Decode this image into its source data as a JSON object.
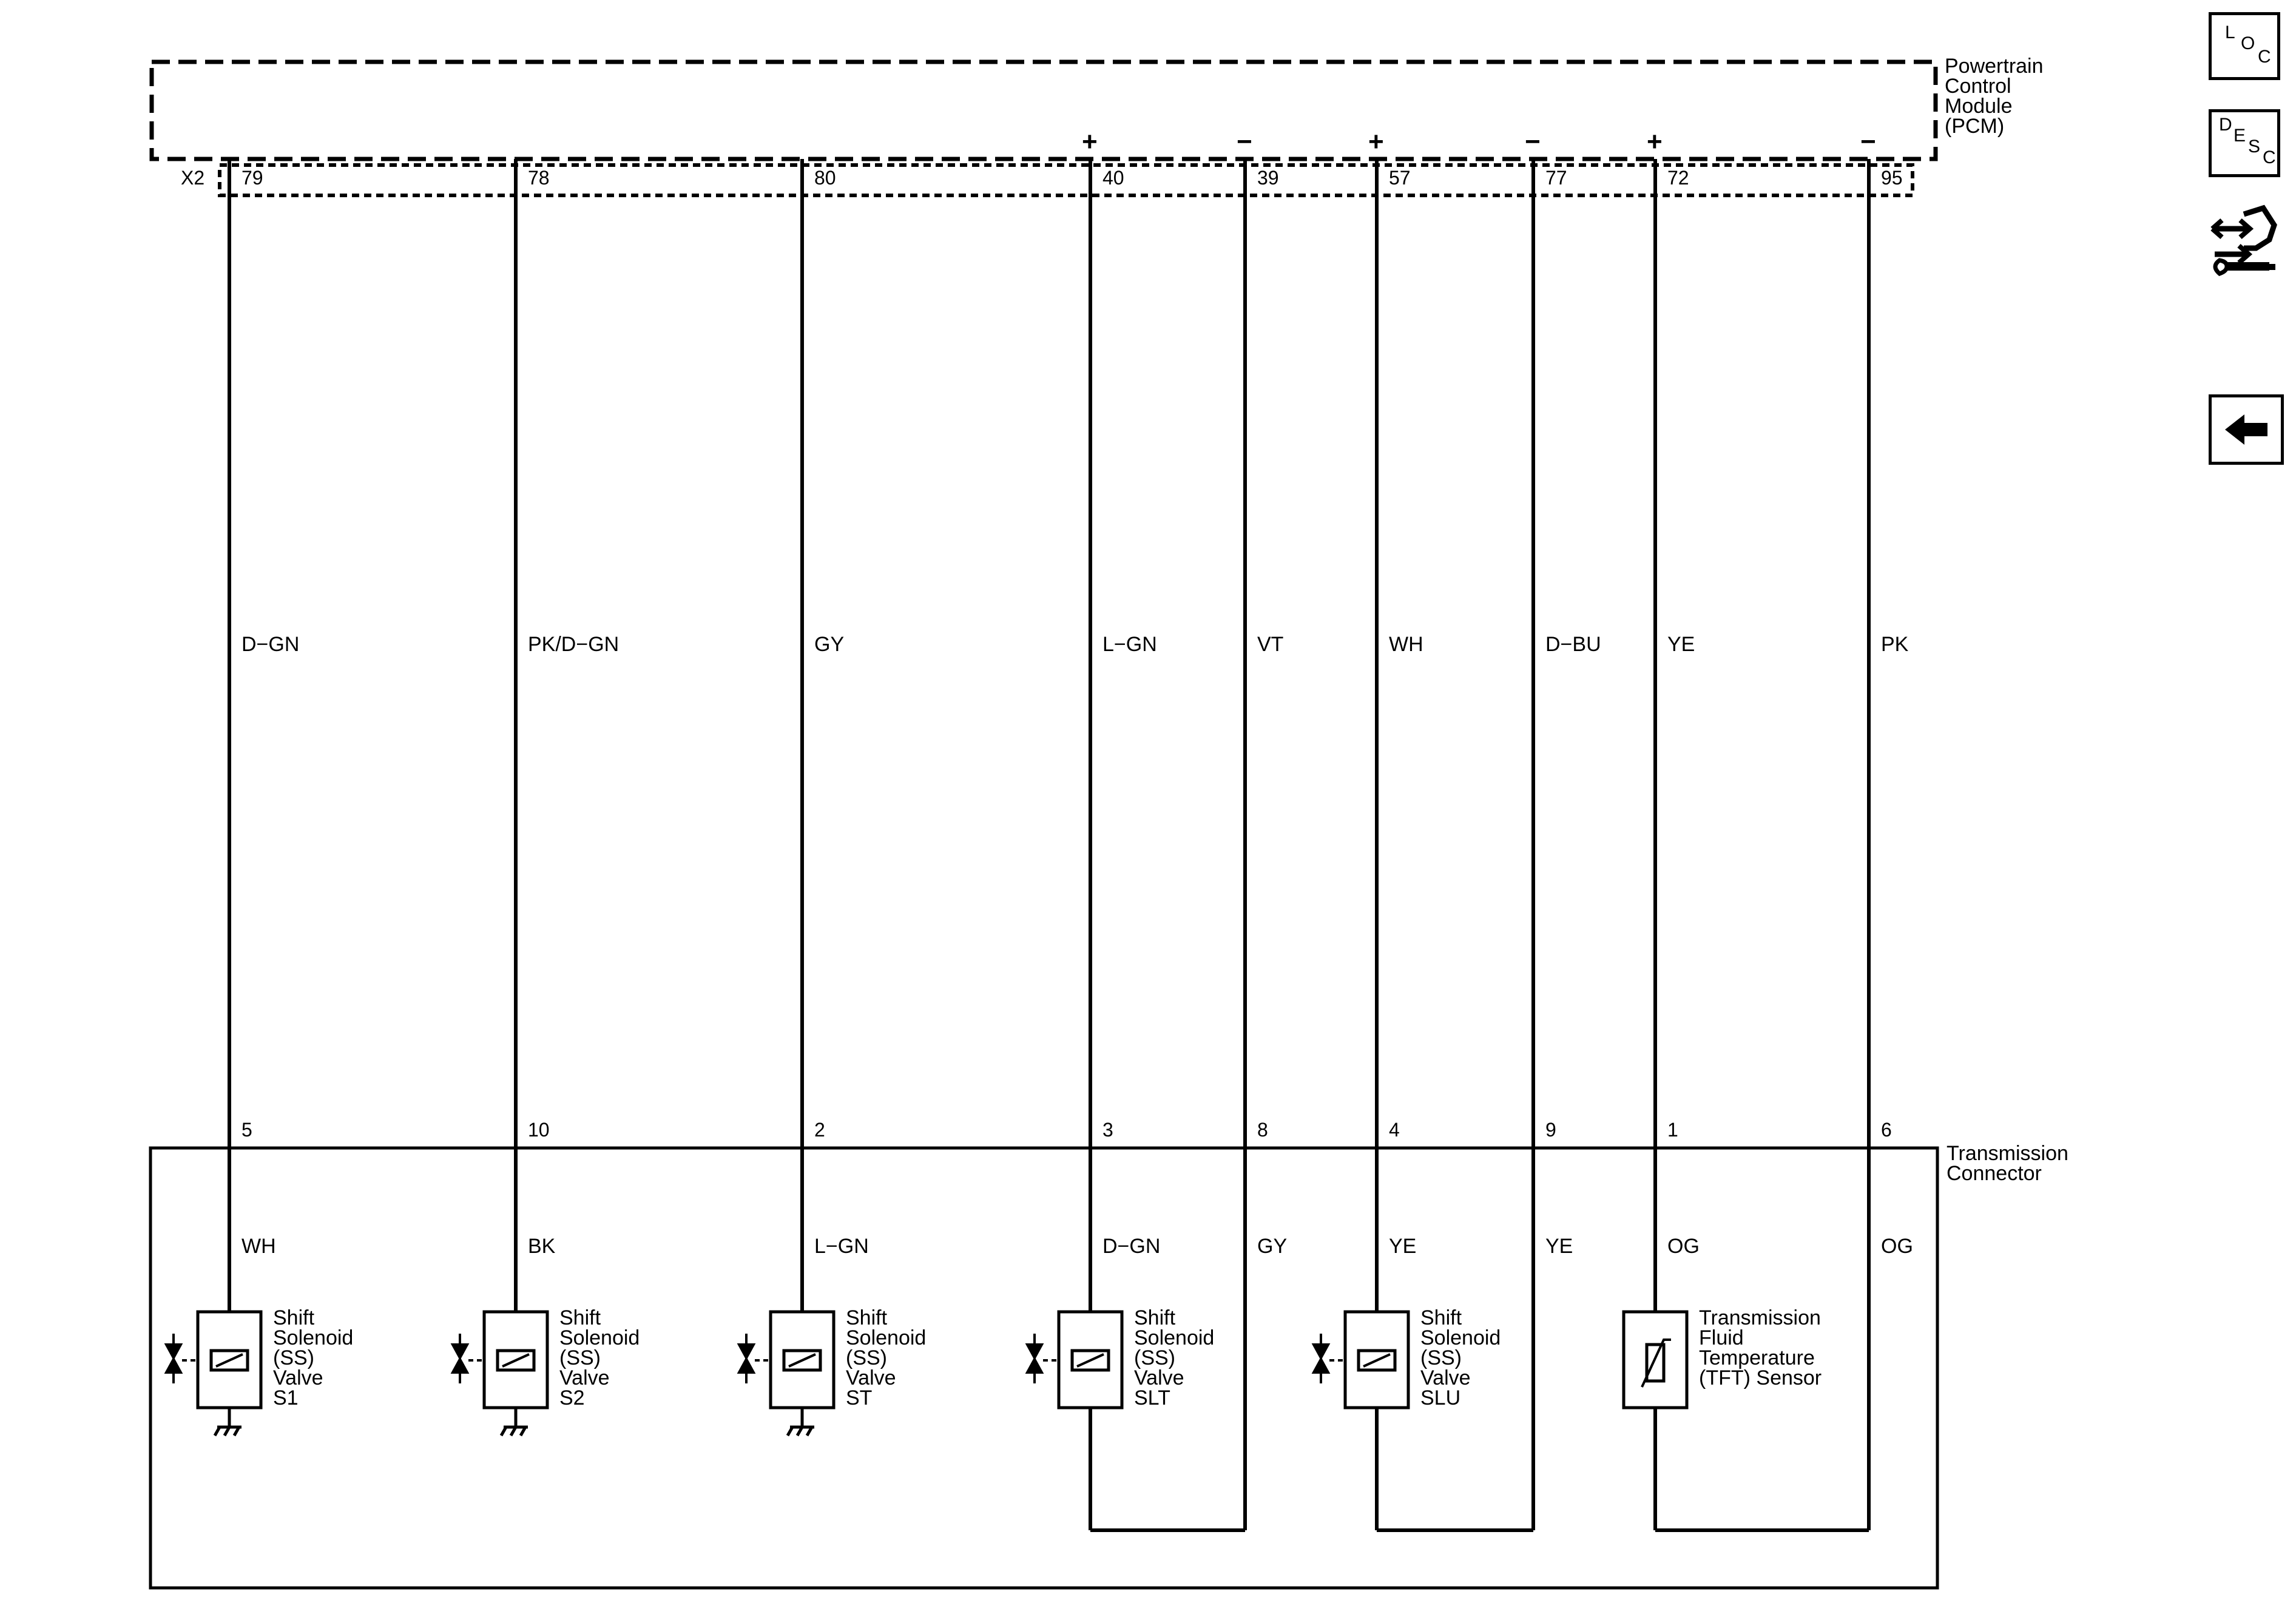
{
  "pcm": {
    "name_lines": [
      "Powertrain",
      "Control",
      "Module",
      "(PCM)"
    ],
    "connector": "X2",
    "pins": [
      "79",
      "78",
      "80",
      "40",
      "39",
      "57",
      "77",
      "72",
      "95"
    ],
    "polarity": [
      "",
      "",
      "",
      "+",
      "−",
      "+",
      "−",
      "+",
      "−"
    ]
  },
  "wires_upper": [
    "D−GN",
    "PK/D−GN",
    "GY",
    "L−GN",
    "VT",
    "WH",
    "D−BU",
    "YE",
    "PK"
  ],
  "transmission_connector": {
    "name_lines": [
      "Transmission",
      "Connector"
    ],
    "pins": [
      "5",
      "10",
      "2",
      "3",
      "8",
      "4",
      "9",
      "1",
      "6"
    ]
  },
  "wires_lower": [
    "WH",
    "BK",
    "L−GN",
    "D−GN",
    "GY",
    "YE",
    "YE",
    "OG",
    "OG"
  ],
  "components": [
    {
      "lines": [
        "Shift",
        "Solenoid",
        "(SS)",
        "Valve",
        "S1"
      ]
    },
    {
      "lines": [
        "Shift",
        "Solenoid",
        "(SS)",
        "Valve",
        "S2"
      ]
    },
    {
      "lines": [
        "Shift",
        "Solenoid",
        "(SS)",
        "Valve",
        "ST"
      ]
    },
    {
      "lines": [
        "Shift",
        "Solenoid",
        "(SS)",
        "Valve",
        "SLT"
      ]
    },
    {
      "lines": [
        "Shift",
        "Solenoid",
        "(SS)",
        "Valve",
        "SLU"
      ]
    },
    {
      "lines": [
        "Transmission",
        "Fluid",
        "Temperature",
        "(TFT) Sensor"
      ]
    }
  ],
  "sidebar": {
    "loc": {
      "l1": "L",
      "l2": "O",
      "l3": "C"
    },
    "desc": {
      "l1": "D",
      "l2": "E",
      "l3": "S",
      "l4": "C"
    },
    "connector_icon": "connector-wrench-icon",
    "back_icon": "back-arrow-icon"
  }
}
